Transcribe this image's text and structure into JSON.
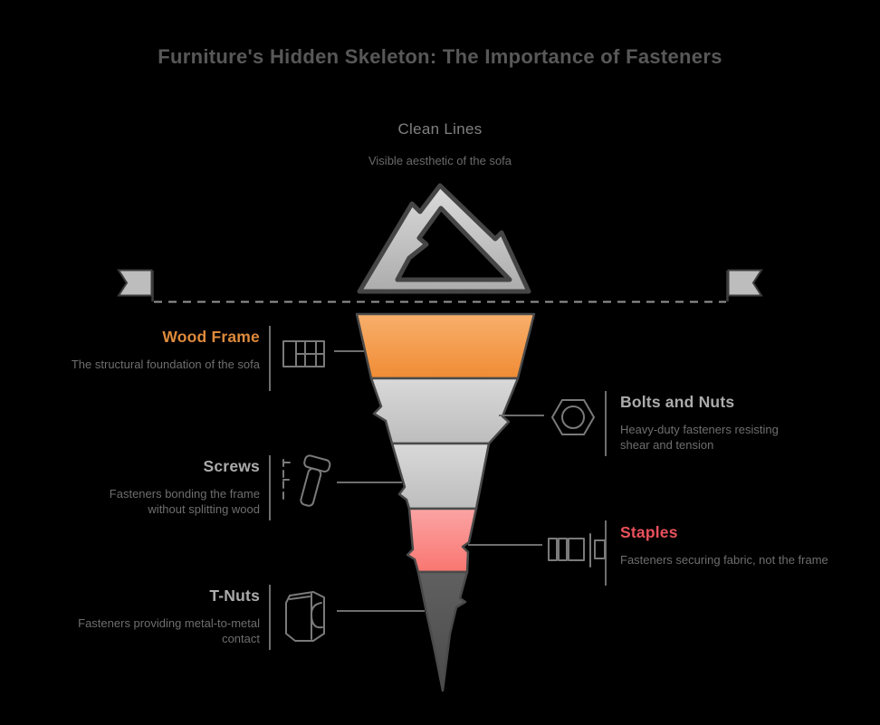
{
  "title": "Furniture's Hidden Skeleton: The Importance of Fasteners",
  "surface": {
    "heading": "Clean Lines",
    "subheading": "Visible aesthetic of the sofa"
  },
  "mountain": {
    "label": "iceberg-mountain",
    "fill_top": "#DBDBDB",
    "fill_bottom": "#ACACAC",
    "stroke": "#454545"
  },
  "waterline": {
    "color": "#969696",
    "flag_fill": "#BDBDBD",
    "flag_stroke": "#3D3D3D"
  },
  "layers": [
    {
      "heading": "Wood Frame",
      "heading_color": "#DE8A3C",
      "description": "The structural foundation of the sofa",
      "icon": "wood-frame-grid-icon",
      "side": "left",
      "fill_top": "#F8AF6C",
      "fill_bottom": "#F08C35"
    },
    {
      "heading": "Bolts and Nuts",
      "heading_color": "#ABABAB",
      "description": "Heavy-duty fasteners resisting shear and tension",
      "icon": "hex-nut-icon",
      "side": "right",
      "fill_top": "#D9D9D9",
      "fill_bottom": "#BDBDBD"
    },
    {
      "heading": "Screws",
      "heading_color": "#ABABAB",
      "description": "Fasteners bonding the frame without splitting wood",
      "icon": "screw-icon",
      "side": "left",
      "fill_top": "#D9D9D9",
      "fill_bottom": "#BDBDBD"
    },
    {
      "heading": "Staples",
      "heading_color": "#E8515C",
      "description": "Fasteners securing fabric, not the frame",
      "icon": "staples-icon",
      "side": "right",
      "fill_top": "#FBA4A4",
      "fill_bottom": "#F97670"
    },
    {
      "heading": "T-Nuts",
      "heading_color": "#ABABAB",
      "description": "Fasteners providing metal-to-metal contact",
      "icon": "t-nut-icon",
      "side": "left",
      "fill_top": "#606060",
      "fill_bottom": "#4B4B4B"
    }
  ],
  "colors": {
    "background": "#000000",
    "title": "#585858",
    "description_text": "#6E6E6E",
    "segment_outline": "#4A4A4A",
    "connector_line": "#6E6E6E"
  }
}
